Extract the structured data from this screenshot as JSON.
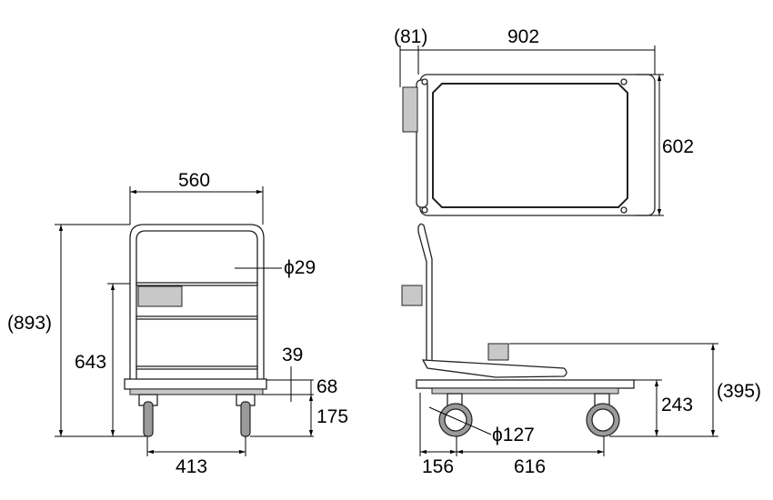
{
  "front_view": {
    "width": "560",
    "overall_height": "(893)",
    "handle_height": "643",
    "pipe_diameter": "ϕ29",
    "deck_thickness": "39",
    "frame_height": "68",
    "deck_clearance": "175",
    "wheel_track": "413"
  },
  "top_view": {
    "handle_offset": "(81)",
    "length": "902",
    "width": "602"
  },
  "side_view": {
    "deck_height": "243",
    "folded_height": "(395)",
    "wheel_offset": "156",
    "wheelbase": "616",
    "wheel_diameter": "ϕ127"
  },
  "colors": {
    "line": "#000000",
    "fill": "#c8c8c8",
    "tire": "#9a9a9a"
  }
}
